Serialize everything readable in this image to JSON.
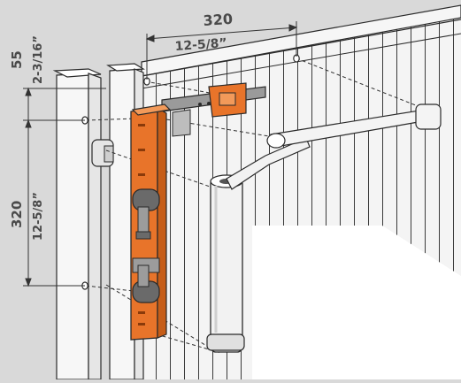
{
  "dimensions": {
    "top_horizontal": {
      "primary": "320",
      "secondary": "12-5/8”"
    },
    "left_vertical_small": {
      "primary": "55",
      "secondary": "2-3/16”"
    },
    "left_vertical_large": {
      "primary": "320",
      "secondary": "12-5/8”"
    }
  },
  "colors": {
    "background": "#d9d9d9",
    "bracket_orange": "#e8742a",
    "metal_light": "#f2f2f2",
    "line_dark": "#2a2a2a",
    "dimension_text": "#4a4a4a"
  },
  "icons": {
    "door_closer": "hydraulic-closer-icon",
    "mounting_bracket": "bracket-icon"
  }
}
